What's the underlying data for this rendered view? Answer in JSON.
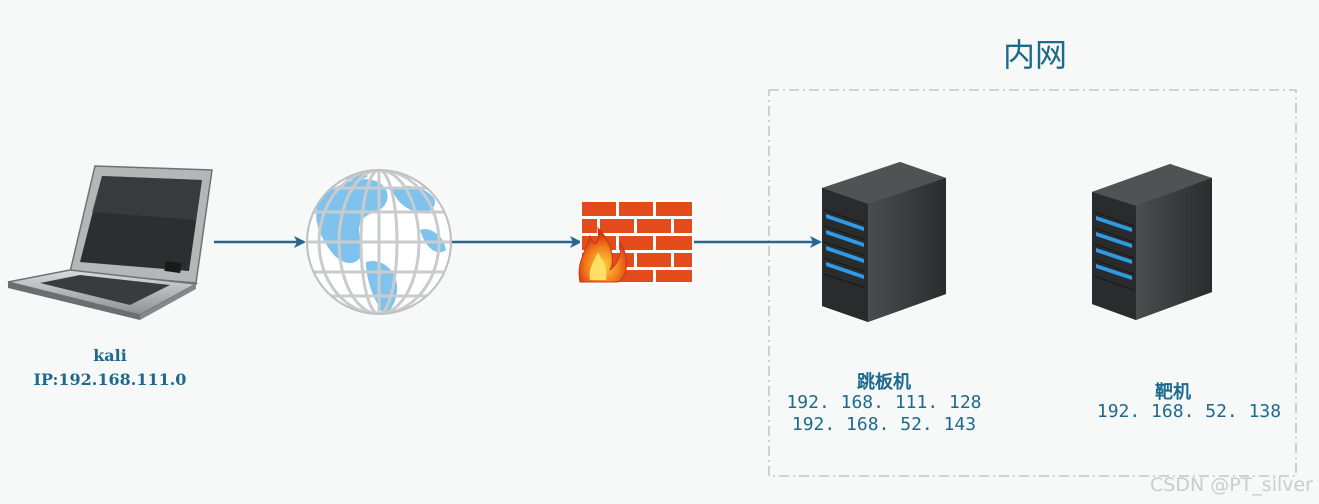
{
  "zone": {
    "title": "内网"
  },
  "nodes": {
    "attacker": {
      "name": "kali",
      "ip": "IP:192.168.111.0"
    },
    "jump_host": {
      "name": "跳板机",
      "ip1": "192. 168. 111. 128",
      "ip2": "192. 168. 52. 143"
    },
    "target": {
      "name": "靶机",
      "ip": "192. 168. 52. 138"
    }
  },
  "watermark": "CSDN @PT_silver",
  "colors": {
    "arrow": "#2a6490",
    "label": "#1e6a8d",
    "zone_border": "#b9bcbf",
    "globe_land": "#7ec3ee",
    "firewall_brick": "#e44b1a",
    "server_body": "#2f3133",
    "server_led": "#2f9be6"
  },
  "icons": [
    "laptop-icon",
    "globe-icon",
    "firewall-icon",
    "server-icon"
  ]
}
